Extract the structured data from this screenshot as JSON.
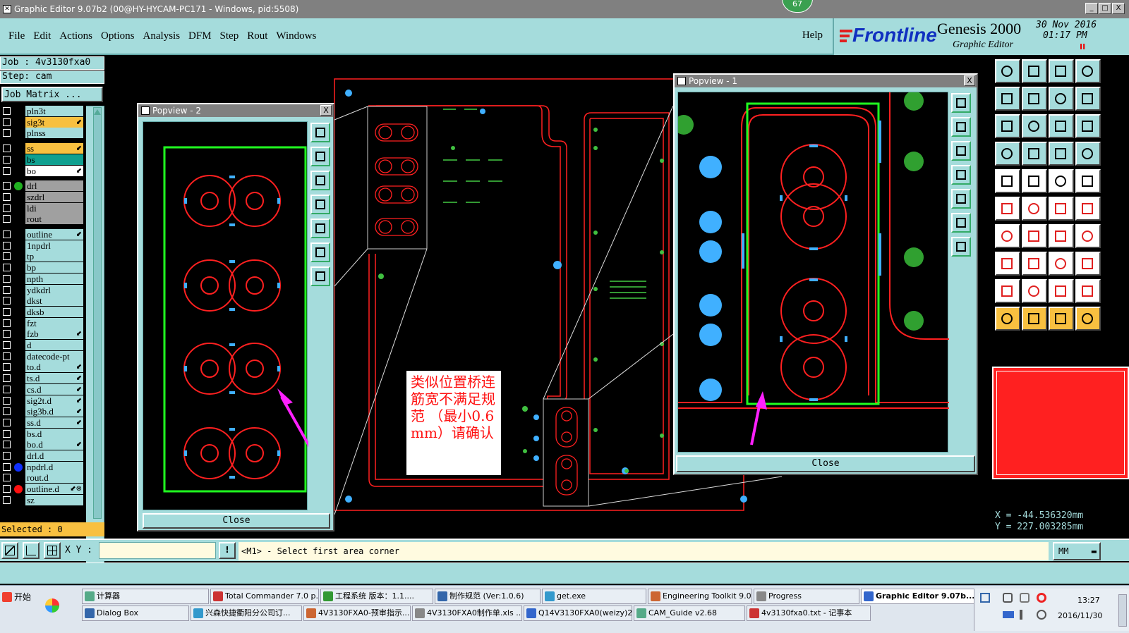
{
  "window": {
    "title": "Graphic Editor 9.07b2 (00@HY-HYCAM-PC171 - Windows, pid:5508)",
    "badge": "67",
    "min": "_",
    "max": "□",
    "close": "X"
  },
  "menu": {
    "items": [
      "File",
      "Edit",
      "Actions",
      "Options",
      "Analysis",
      "DFM",
      "Step",
      "Rout",
      "Windows"
    ],
    "help": "Help"
  },
  "brand": {
    "logo": "Frontline",
    "product": "Genesis 2000",
    "subtitle": "Graphic Editor",
    "date": "30 Nov 2016",
    "time": "01:17 PM",
    "paused": "II"
  },
  "job": {
    "job_label": "Job : 4v3130fxa0",
    "step_label": "Step: cam",
    "matrix_label": "Job Matrix ...",
    "selected_label": "Selected : 0"
  },
  "layers": [
    {
      "name": "pln3t",
      "color": "#a5dcdc",
      "arrow": ""
    },
    {
      "name": "sig3t",
      "color": "#f8c040",
      "arrow": "⬋"
    },
    {
      "name": "plnss",
      "color": "#a5dcdc",
      "arrow": ""
    },
    {
      "name": "ss",
      "color": "#f8c040",
      "arrow": "⬋"
    },
    {
      "name": "bs",
      "color": "#10a090",
      "arrow": ""
    },
    {
      "name": "bo",
      "color": "#ffffff",
      "arrow": "⬋"
    },
    {
      "name": "drl",
      "color": "#a0a0a0",
      "arrow": "",
      "dot": "#20b020"
    },
    {
      "name": "szdrl",
      "color": "#a0a0a0",
      "arrow": ""
    },
    {
      "name": "ldi",
      "color": "#a0a0a0",
      "arrow": ""
    },
    {
      "name": "rout",
      "color": "#a0a0a0",
      "arrow": ""
    },
    {
      "name": "outline",
      "color": "#a5dcdc",
      "arrow": "⬋"
    },
    {
      "name": "1npdrl",
      "color": "#a5dcdc",
      "arrow": ""
    },
    {
      "name": "tp",
      "color": "#a5dcdc",
      "arrow": ""
    },
    {
      "name": "bp",
      "color": "#a5dcdc",
      "arrow": ""
    },
    {
      "name": "npth",
      "color": "#a5dcdc",
      "arrow": ""
    },
    {
      "name": "ydkdrl",
      "color": "#a5dcdc",
      "arrow": ""
    },
    {
      "name": "dkst",
      "color": "#a5dcdc",
      "arrow": ""
    },
    {
      "name": "dksb",
      "color": "#a5dcdc",
      "arrow": ""
    },
    {
      "name": "fzt",
      "color": "#a5dcdc",
      "arrow": ""
    },
    {
      "name": "fzb",
      "color": "#a5dcdc",
      "arrow": "⬋"
    },
    {
      "name": "d",
      "color": "#a5dcdc",
      "arrow": ""
    },
    {
      "name": "datecode-pt",
      "color": "#a5dcdc",
      "arrow": ""
    },
    {
      "name": "to.d",
      "color": "#a5dcdc",
      "arrow": "⬋"
    },
    {
      "name": "ts.d",
      "color": "#a5dcdc",
      "arrow": "⬋"
    },
    {
      "name": "cs.d",
      "color": "#a5dcdc",
      "arrow": "⬋"
    },
    {
      "name": "sig2t.d",
      "color": "#a5dcdc",
      "arrow": "⬋"
    },
    {
      "name": "sig3b.d",
      "color": "#a5dcdc",
      "arrow": "⬋"
    },
    {
      "name": "ss.d",
      "color": "#a5dcdc",
      "arrow": "⬋"
    },
    {
      "name": "bs.d",
      "color": "#a5dcdc",
      "arrow": ""
    },
    {
      "name": "bo.d",
      "color": "#a5dcdc",
      "arrow": "⬋"
    },
    {
      "name": "drl.d",
      "color": "#a5dcdc",
      "arrow": ""
    },
    {
      "name": "npdrl.d",
      "color": "#a5dcdc",
      "arrow": "",
      "dot": "#1030ff"
    },
    {
      "name": "rout.d",
      "color": "#a5dcdc",
      "arrow": ""
    },
    {
      "name": "outline.d",
      "color": "#a5dcdc",
      "arrow": "⬋⊗",
      "dot": "#ff1010"
    },
    {
      "name": "sz",
      "color": "#a5dcdc",
      "arrow": ""
    }
  ],
  "popview2": {
    "title": "Popview - 2",
    "close_label": "Close",
    "x": "X"
  },
  "popview1": {
    "title": "Popview - 1",
    "close_label": "Close",
    "x": "X"
  },
  "annotation": {
    "text": "类似位置桥连筋宽不满足规范 （最小0.6mm）请确认"
  },
  "coords": {
    "x": "X = -44.536320mm",
    "y": "Y = 227.003285mm"
  },
  "command": {
    "xy_label": "X Y :",
    "prompt": "<M1> - Select first area corner",
    "units": "MM"
  },
  "taskbar": {
    "start": "开始",
    "row1": [
      "计算器",
      "Total Commander 7.0 p...",
      "工程系统  版本：1.1....",
      "制作规范 (Ver:1.0.6)",
      "get.exe",
      "Engineering Toolkit 9.0...",
      "Progress",
      "Graphic Editor 9.07b..."
    ],
    "row2": [
      "Dialog Box",
      "兴森快捷衢阳分公司订...",
      "4V3130FXA0-预审指示...",
      "4V3130FXA0制作单.xls ...",
      "Q14V3130FXA0(weizy)2...",
      "CAM_Guide v2.68",
      "4v3130fxa0.txt - 记事本"
    ],
    "clock_time": "13:27",
    "clock_date": "2016/11/30"
  },
  "colors": {
    "panel": "#a5dcdc",
    "highlight": "#f8c040",
    "trace": "#ff2020",
    "select_box": "#20ff20",
    "pad": "#40b0ff",
    "arrow": "#ff20ff"
  }
}
